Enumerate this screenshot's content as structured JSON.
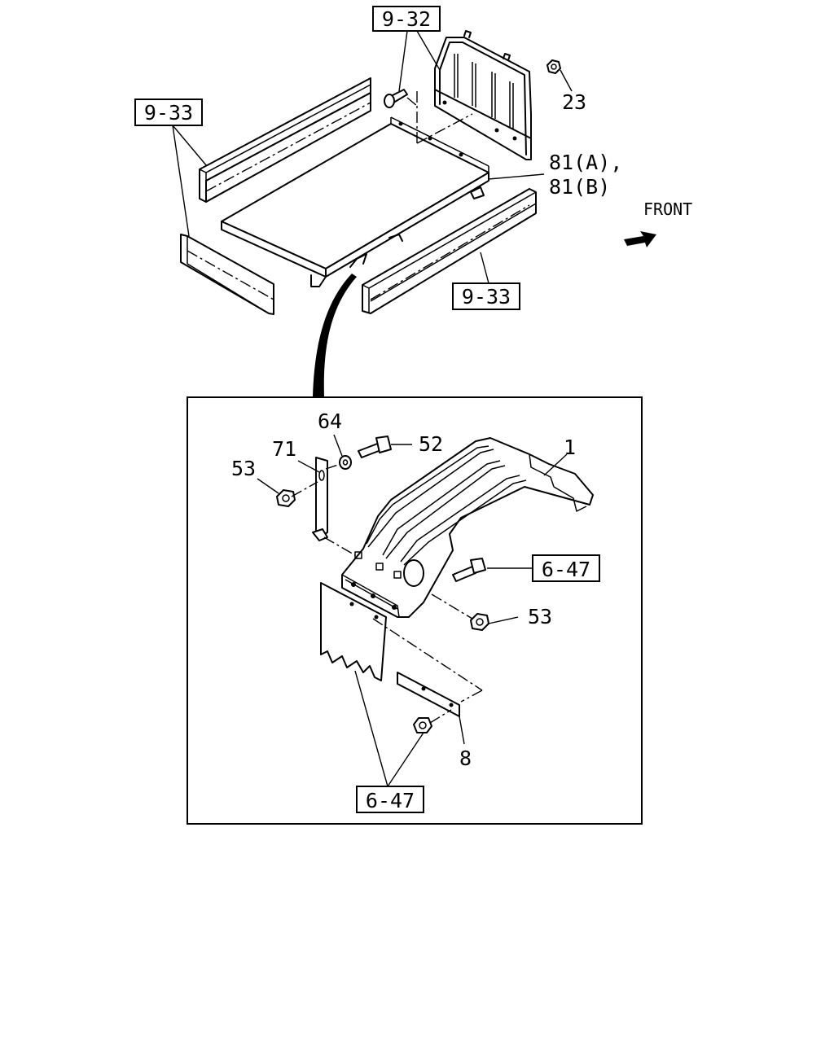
{
  "diagram": {
    "front_label": "FRONT",
    "callouts": {
      "ref_9_32": "9-32",
      "ref_9_33_a": "9-33",
      "ref_9_33_b": "9-33",
      "part_23": "23",
      "part_81a": "81(A),",
      "part_81b": "81(B)",
      "part_64": "64",
      "part_52": "52",
      "part_71": "71",
      "part_53_a": "53",
      "part_1": "1",
      "ref_6_47_a": "6-47",
      "part_53_b": "53",
      "part_8": "8",
      "ref_6_47_b": "6-47"
    }
  }
}
